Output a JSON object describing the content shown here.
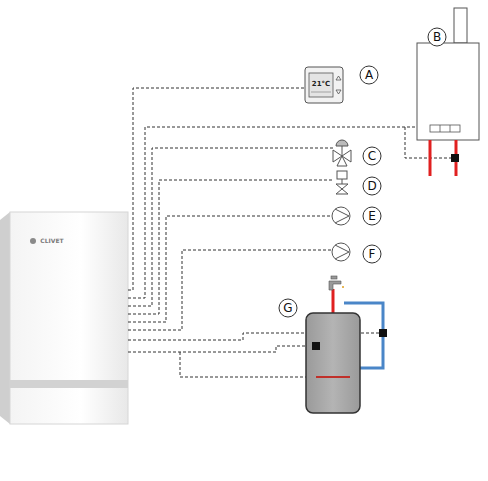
{
  "diagram": {
    "labels": [
      "A",
      "B",
      "C",
      "D",
      "E",
      "F",
      "G",
      "21°C",
      "CLIVET"
    ]
  }
}
